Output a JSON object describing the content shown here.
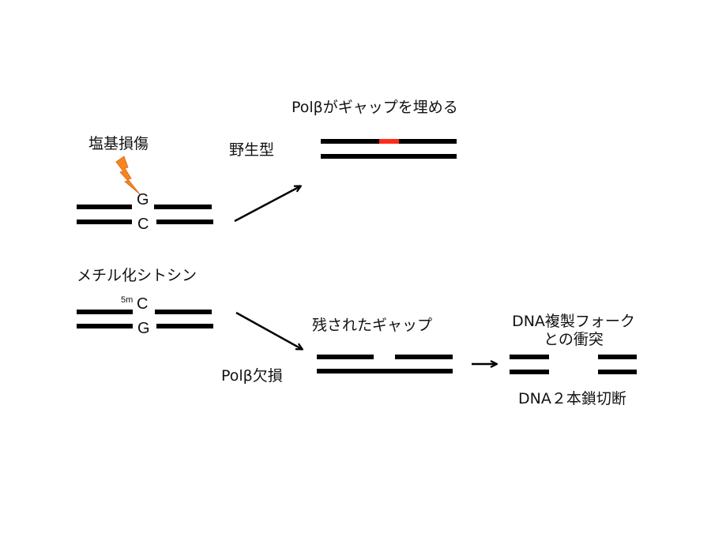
{
  "colors": {
    "strand": "#000000",
    "repair_patch": "#ff2a1a",
    "lightning": "#f7861c"
  },
  "labels": {
    "base_damage": "塩基損傷",
    "wild_type": "野生型",
    "pol_fills_gap": "Polβがギャップを埋める",
    "methylated_cytosine": "メチル化シトシン",
    "pol_deficient": "Polβ欠損",
    "remaining_gap": "残されたギャップ",
    "fork_collision_line1": "DNA複製フォーク",
    "fork_collision_line2": "との衝突",
    "double_strand_break": "DNA２本鎖切断"
  },
  "bases": {
    "damaged_top": "G",
    "damaged_bottom": "C",
    "methyl_superscript": "5m",
    "methyl_top": "C",
    "methyl_bottom": "G"
  },
  "icons": {
    "damage": "lightning-bolt-icon"
  }
}
